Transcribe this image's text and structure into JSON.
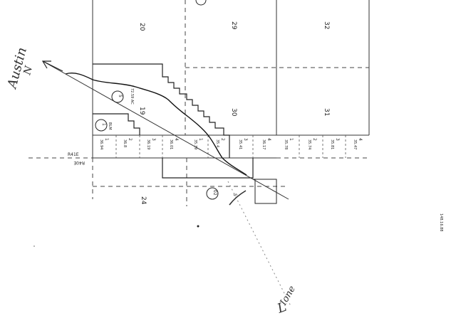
{
  "sections": {
    "s20": "20",
    "s29": "29",
    "s32": "32",
    "s19": "19",
    "s30": "30",
    "s31": "31",
    "s24": "24"
  },
  "parcels": {
    "p5": "5",
    "p5_area": "72.59 AC",
    "p1": "1",
    "p1_owner": "BLM",
    "p2": "02",
    "p2_sub": "5"
  },
  "lots": {
    "l1": "1",
    "l1a": "36.94",
    "l2": "2",
    "l2a": "36.8",
    "l3": "3",
    "l3a": "36.19",
    "l4": "4",
    "l4a": "36.01",
    "l5": "1",
    "l5a": "35.39",
    "l6": "2",
    "l6a": "35.4",
    "l7": "3",
    "l7a": "35.41",
    "l8": "4",
    "l8a": "36.17",
    "l9": "1",
    "l9a": "35.78",
    "l10": "2",
    "l10a": "35.74",
    "l11": "3",
    "l11a": "35.81",
    "l12": "4",
    "l12a": "35.47"
  },
  "range": {
    "left": "R41E",
    "right": "R40E"
  },
  "handwriting": {
    "north": "Austin",
    "south": "Ione",
    "north_mark": "N",
    "south_mark": "L"
  },
  "margin_note": "148.16.88"
}
